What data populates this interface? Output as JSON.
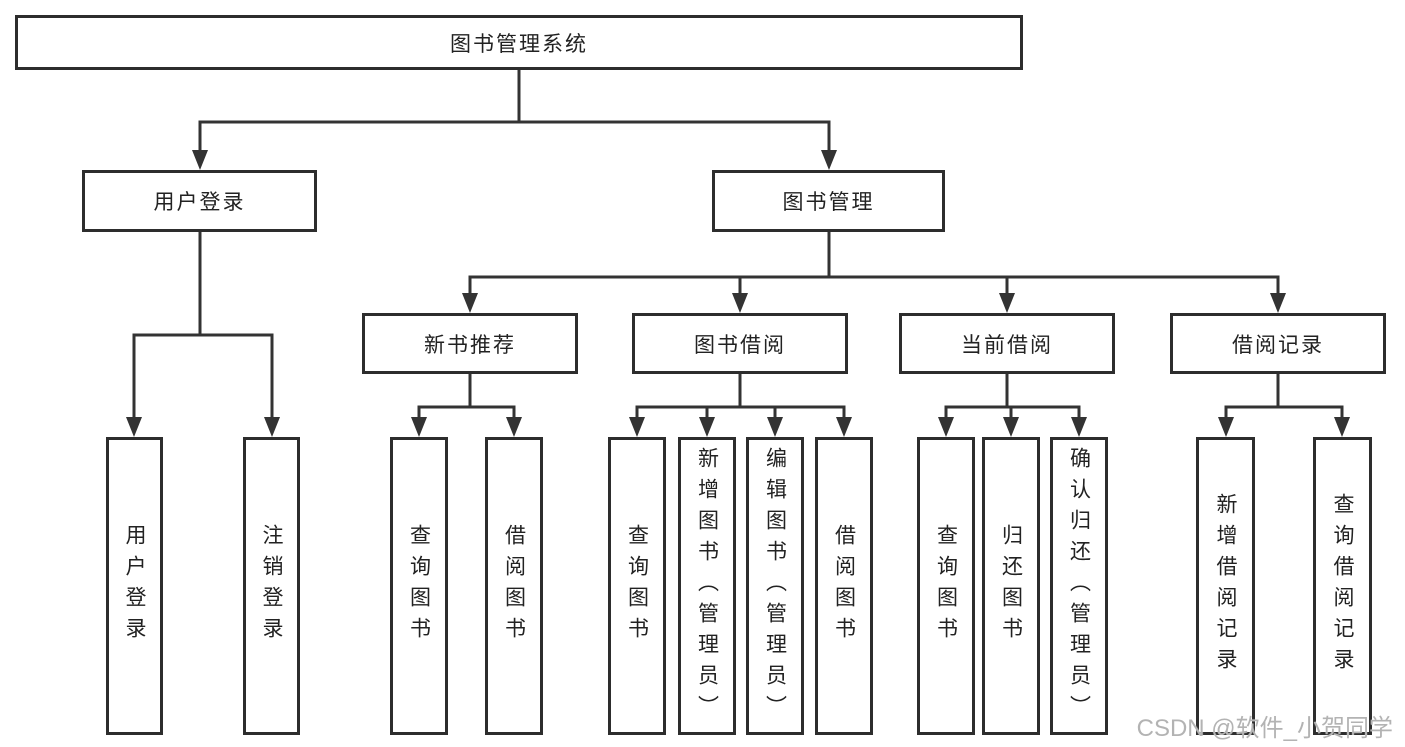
{
  "tree": {
    "label": "图书管理系统",
    "children": [
      {
        "label": "用户登录",
        "children": [
          {
            "label": "用户登录"
          },
          {
            "label": "注销登录"
          }
        ]
      },
      {
        "label": "图书管理",
        "children": [
          {
            "label": "新书推荐",
            "children": [
              {
                "label": "查询图书"
              },
              {
                "label": "借阅图书"
              }
            ]
          },
          {
            "label": "图书借阅",
            "children": [
              {
                "label": "查询图书"
              },
              {
                "label": "新增图书（管理员）"
              },
              {
                "label": "编辑图书（管理员）"
              },
              {
                "label": "借阅图书"
              }
            ]
          },
          {
            "label": "当前借阅",
            "children": [
              {
                "label": "查询图书"
              },
              {
                "label": "归还图书"
              },
              {
                "label": "确认归还（管理员）"
              }
            ]
          },
          {
            "label": "借阅记录",
            "children": [
              {
                "label": "新增借阅记录"
              },
              {
                "label": "查询借阅记录"
              }
            ]
          }
        ]
      }
    ]
  },
  "watermark": {
    "text": "CSDN @软件_小贺同学"
  },
  "colors": {
    "line": "#333333",
    "box_border": "#2d2d2d",
    "text": "#222222",
    "background": "#ffffff",
    "watermark": "#b3b3b3"
  }
}
